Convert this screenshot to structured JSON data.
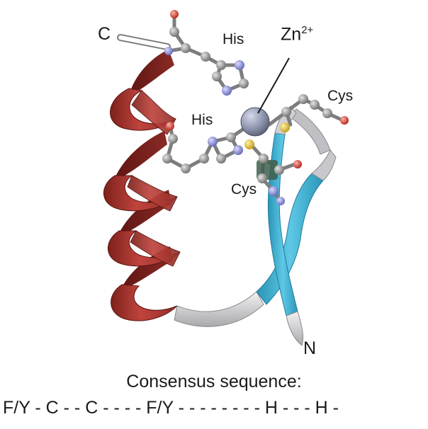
{
  "labels": {
    "c_terminus": "C",
    "n_terminus": "N",
    "his_upper": "His",
    "his_lower": "His",
    "cys_right": "Cys",
    "cys_lower": "Cys",
    "zinc_symbol": "Zn",
    "zinc_charge": "2+"
  },
  "consensus": {
    "title": "Consensus sequence:",
    "sequence": "F/Y - C - - C - - - - F/Y - - - - - - - - H - - - H -"
  },
  "colors": {
    "helix": "#a8322e",
    "helix_dark": "#6e1b18",
    "sheet": "#3fb3d4",
    "coil": "#d6d6d8",
    "zinc": "#8a90a8",
    "sulfur": "#e6c230",
    "oxygen": "#d8372c",
    "nitrogen": "#8a8fd4",
    "carbon": "#8a8a8a"
  }
}
